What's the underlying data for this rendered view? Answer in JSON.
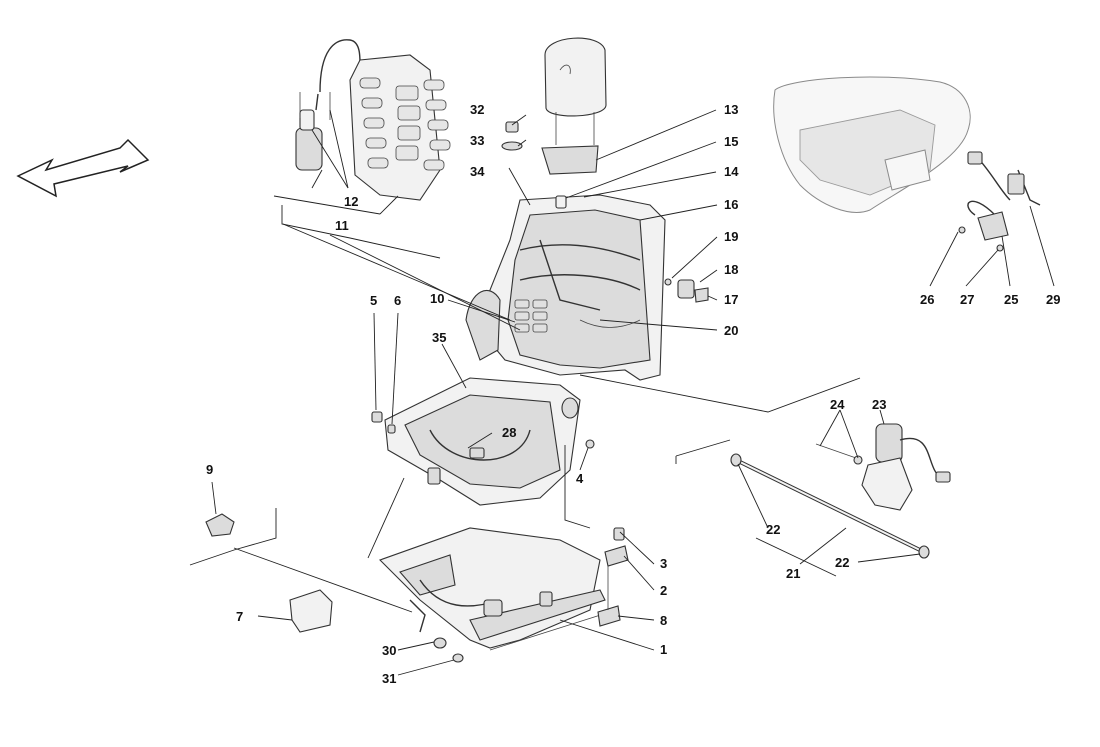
{
  "diagram": {
    "labels": {
      "l1": "1",
      "l2": "2",
      "l3": "3",
      "l4": "4",
      "l5": "5",
      "l6": "6",
      "l7": "7",
      "l8": "8",
      "l9": "9",
      "l10": "10",
      "l11": "11",
      "l12": "12",
      "l13": "13",
      "l14": "14",
      "l15": "15",
      "l16": "16",
      "l17": "17",
      "l18": "18",
      "l19": "19",
      "l20": "20",
      "l21": "21",
      "l22a": "22",
      "l22b": "22",
      "l23": "23",
      "l24": "24",
      "l25": "25",
      "l26": "26",
      "l27": "27",
      "l28": "28",
      "l29": "29",
      "l30": "30",
      "l31": "31",
      "l32": "32",
      "l33": "33",
      "l34": "34",
      "l35": "35"
    }
  }
}
